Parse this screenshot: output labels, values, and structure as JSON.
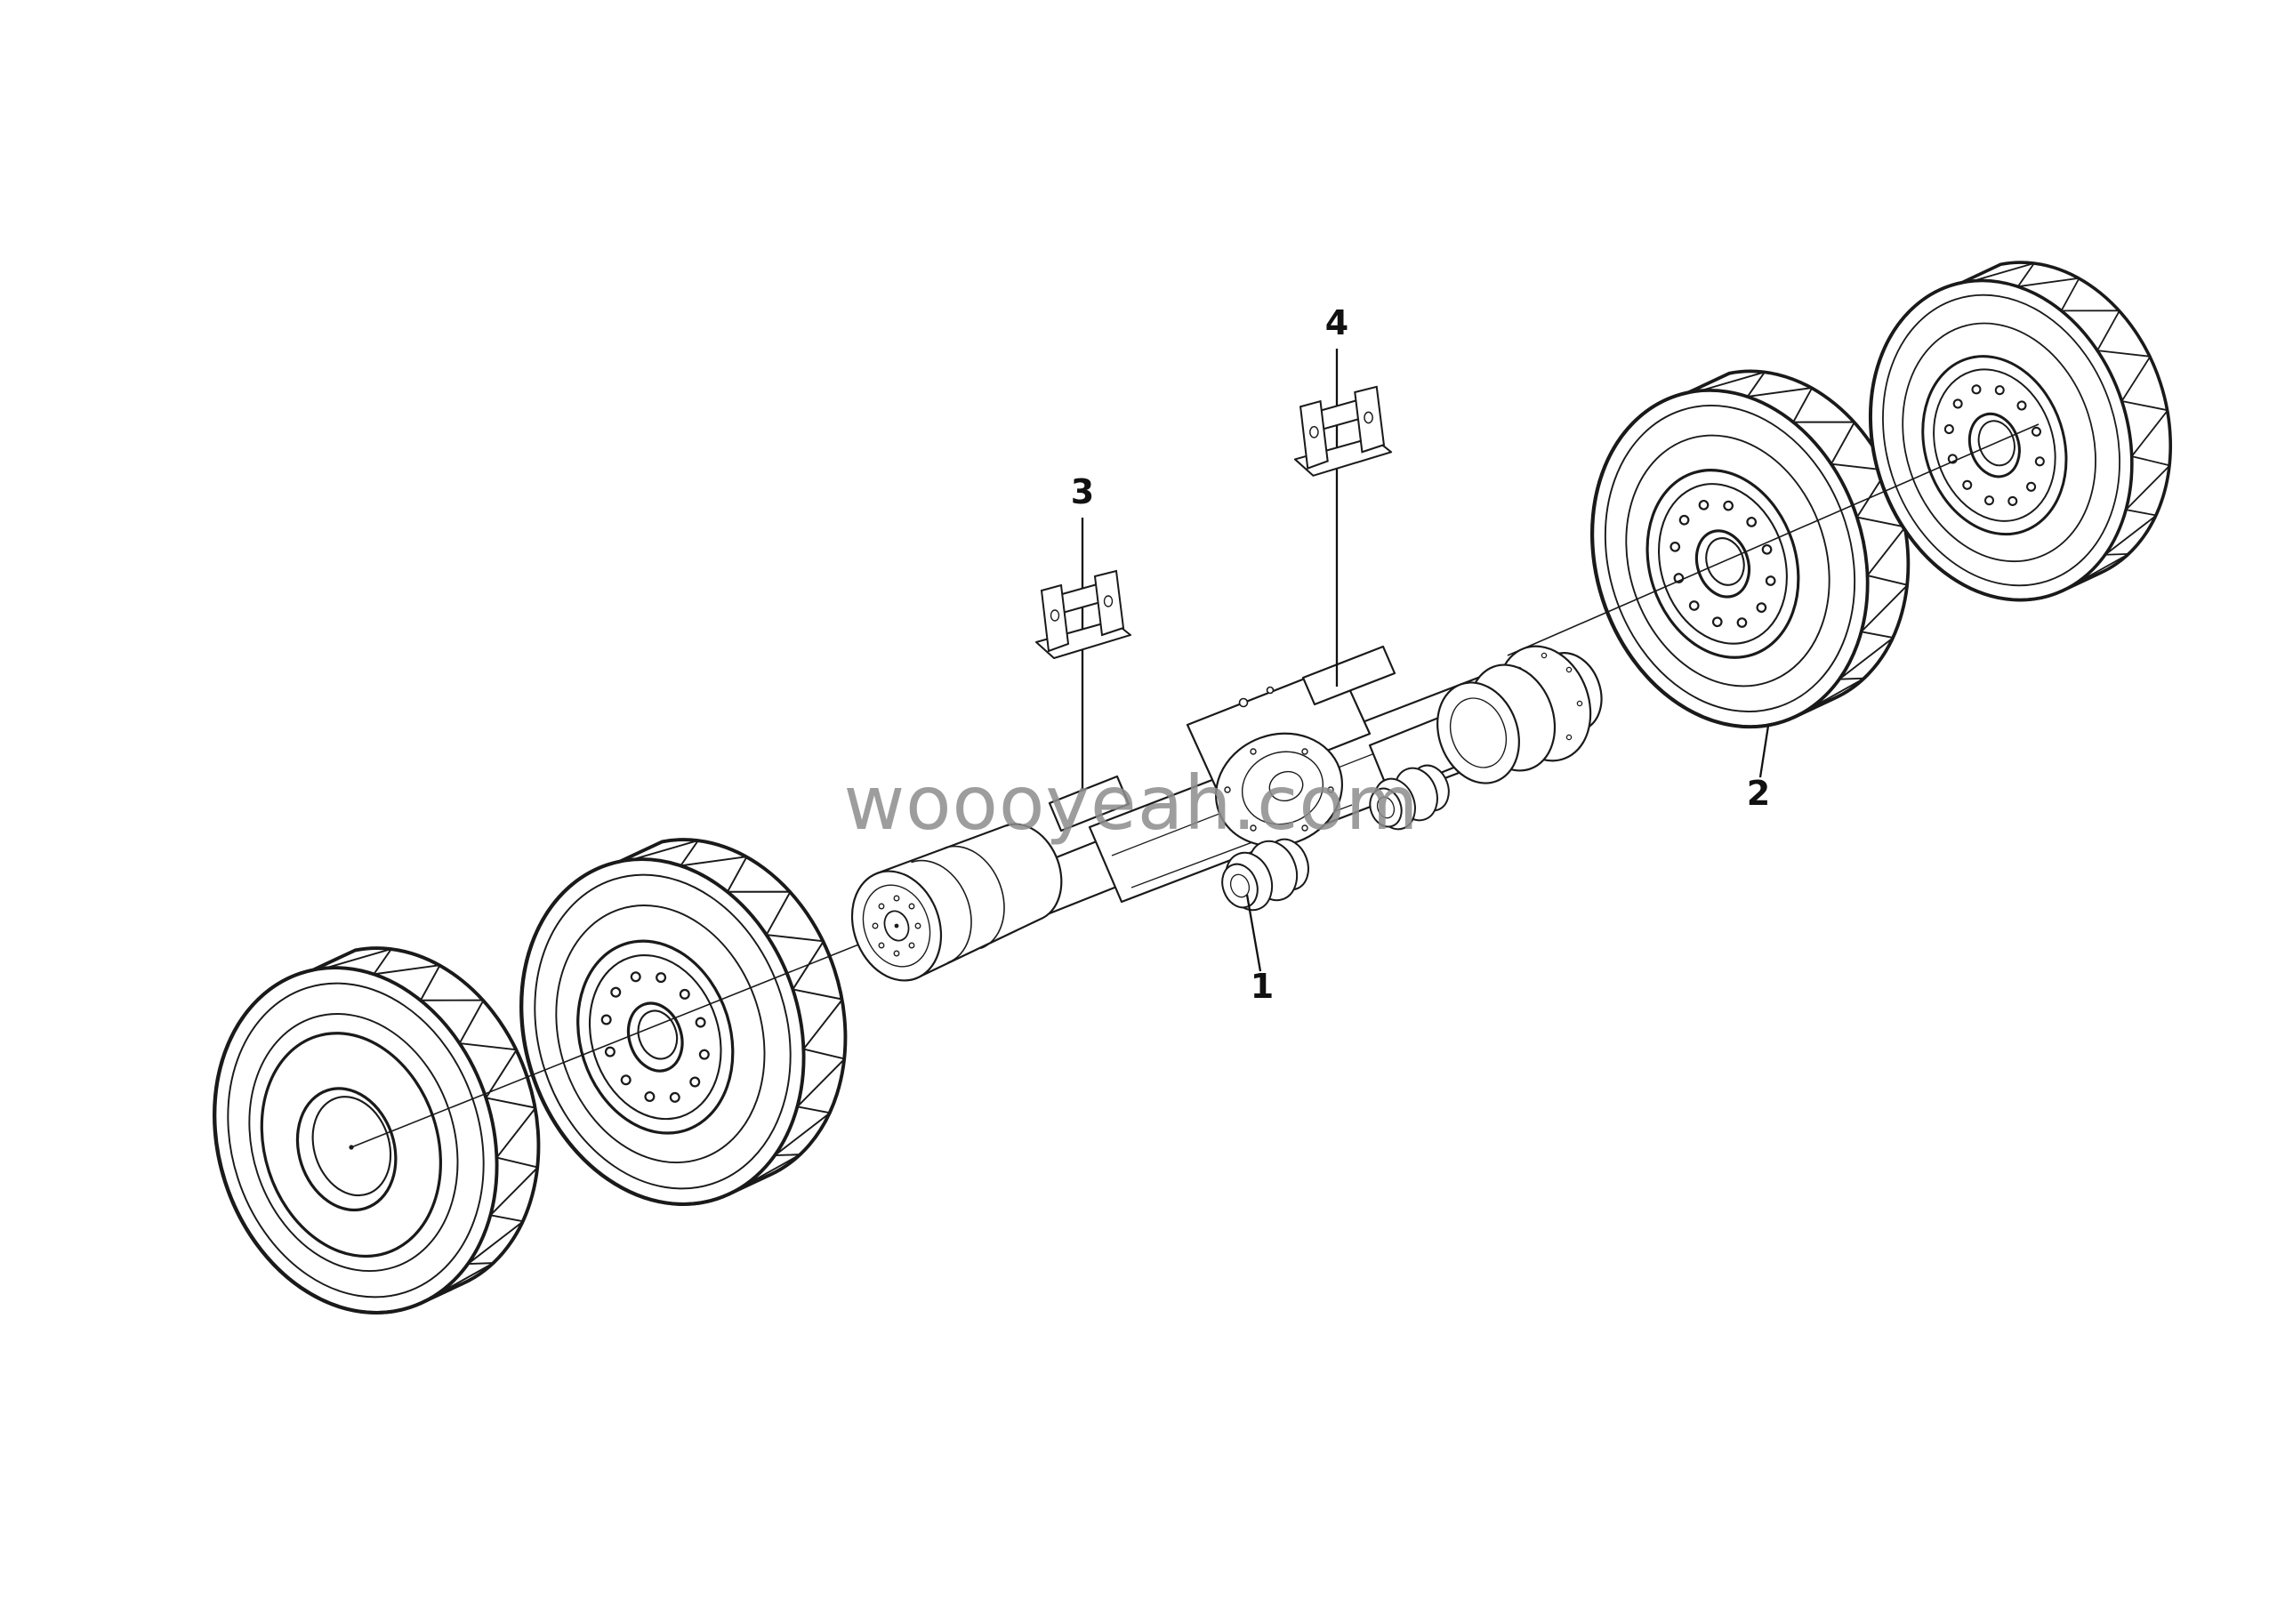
{
  "diagram": {
    "watermark": "woooyeah.com",
    "callouts": {
      "one": "1",
      "two": "2",
      "three": "3",
      "four": "4"
    },
    "colors": {
      "line": "#1a1a1a",
      "watermark": "#8d8d8d",
      "background": "#ffffff"
    }
  }
}
